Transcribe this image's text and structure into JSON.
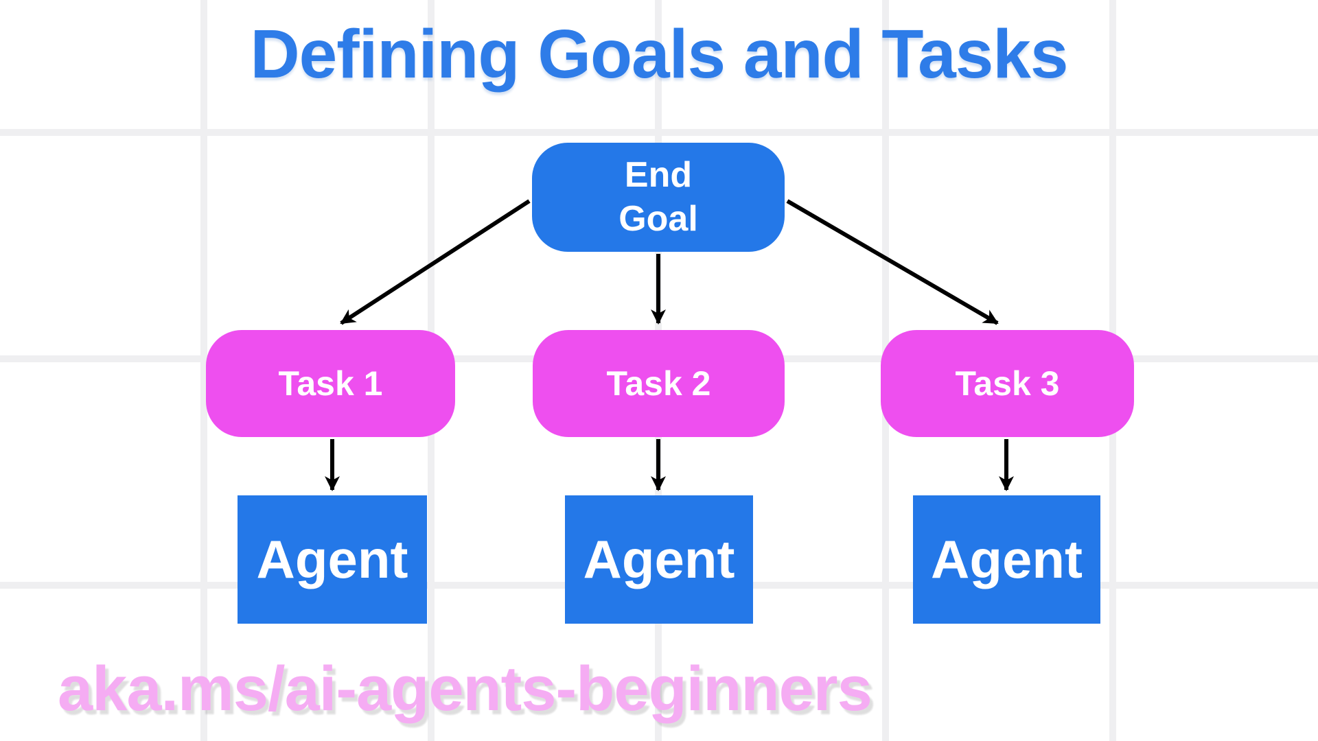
{
  "page": {
    "title": "Defining Goals and Tasks",
    "footer_link": "aka.ms/ai-agents-beginners"
  },
  "colors": {
    "title_blue": "#2e7ce8",
    "node_blue": "#2478e8",
    "task_magenta": "#ee4fef",
    "footer_pink": "#f5acf3",
    "grid_line": "#efeff1",
    "background": "#ffffff",
    "node_text": "#ffffff",
    "arrow": "#000000"
  },
  "diagram": {
    "goal_node": {
      "label_line1": "End",
      "label_line2": "Goal"
    },
    "task_nodes": [
      {
        "label": "Task 1"
      },
      {
        "label": "Task 2"
      },
      {
        "label": "Task 3"
      }
    ],
    "agent_nodes": [
      {
        "label": "Agent"
      },
      {
        "label": "Agent"
      },
      {
        "label": "Agent"
      }
    ]
  }
}
